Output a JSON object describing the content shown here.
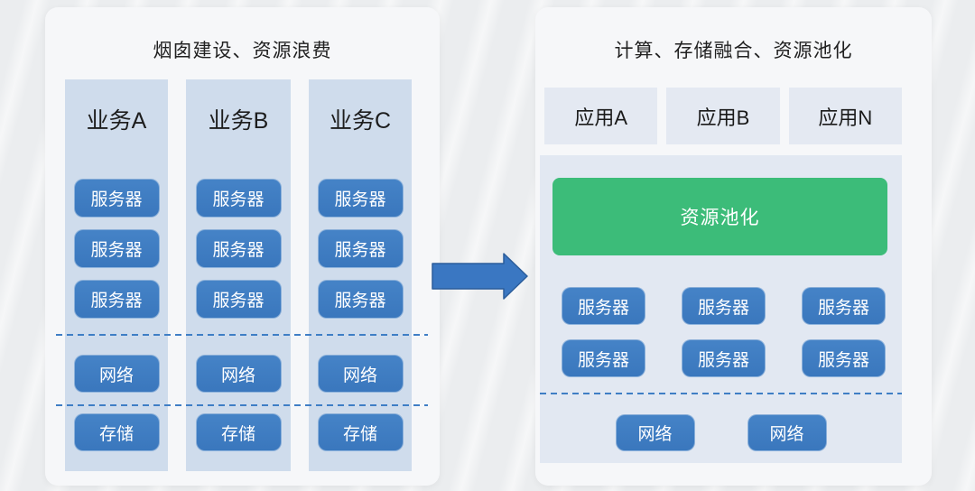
{
  "left_panel": {
    "title": "烟囱建设、资源浪费",
    "columns": [
      {
        "title": "业务A",
        "servers": [
          "服务器",
          "服务器",
          "服务器"
        ],
        "network": "网络",
        "storage": "存储"
      },
      {
        "title": "业务B",
        "servers": [
          "服务器",
          "服务器",
          "服务器"
        ],
        "network": "网络",
        "storage": "存储"
      },
      {
        "title": "业务C",
        "servers": [
          "服务器",
          "服务器",
          "服务器"
        ],
        "network": "网络",
        "storage": "存储"
      }
    ]
  },
  "arrow": {
    "direction": "right"
  },
  "right_panel": {
    "title": "计算、存储融合、资源池化",
    "apps": [
      "应用A",
      "应用B",
      "应用N"
    ],
    "pool_label": "资源池化",
    "servers": [
      "服务器",
      "服务器",
      "服务器",
      "服务器",
      "服务器",
      "服务器"
    ],
    "networks": [
      "网络",
      "网络"
    ]
  },
  "colors": {
    "box_blue": "#3a77bd",
    "pool_green": "#3cbc79",
    "column_bg": "#cfdcec",
    "container_bg": "#e2e8f2",
    "app_bg": "#e4e9f2",
    "dash_blue": "#3f7ec5",
    "arrow_blue": "#3a77c2",
    "arrow_border": "#2b5d9b"
  }
}
